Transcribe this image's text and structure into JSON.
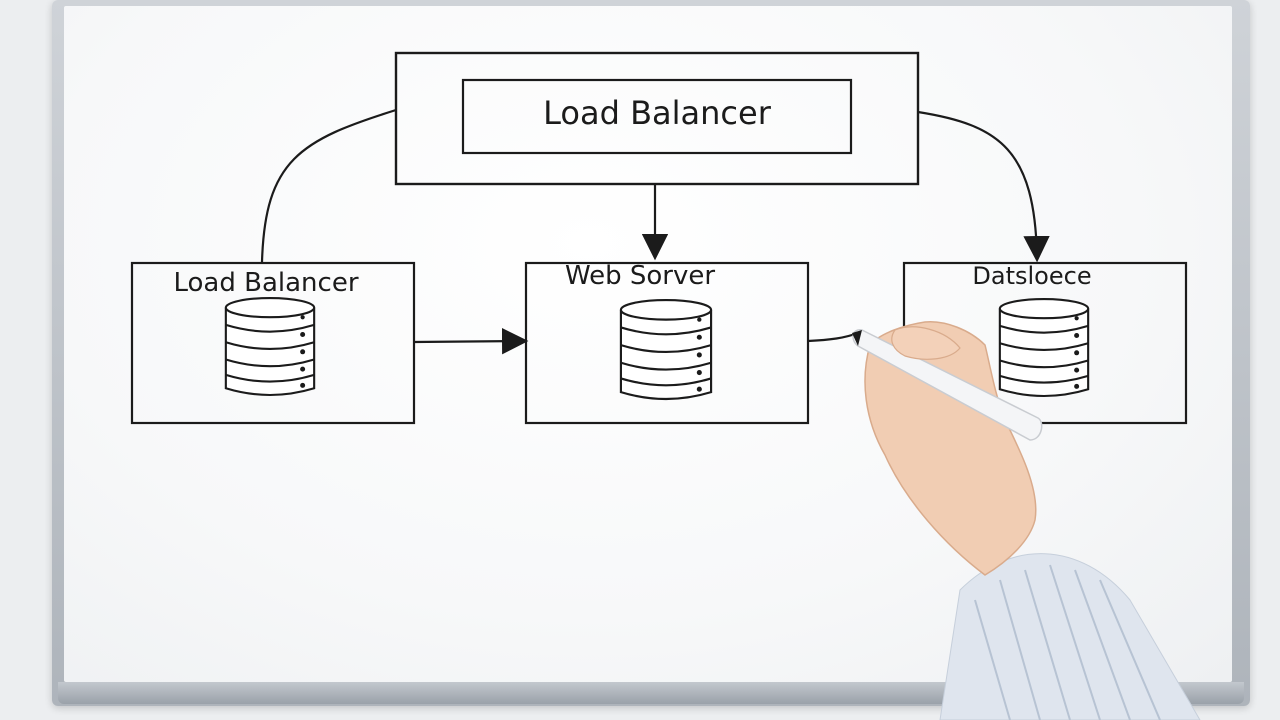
{
  "diagram": {
    "top_box_label": "Load Balancer",
    "nodes": [
      {
        "id": "lb",
        "label": "Load Balancer",
        "icon": "database-icon"
      },
      {
        "id": "web",
        "label": "Web Sorver",
        "icon": "database-icon"
      },
      {
        "id": "db",
        "label": "Datsloece",
        "icon": "database-icon"
      }
    ]
  },
  "colors": {
    "ink": "#1b1b1b",
    "board": "#ffffff",
    "frame": "#b7bcc2"
  }
}
